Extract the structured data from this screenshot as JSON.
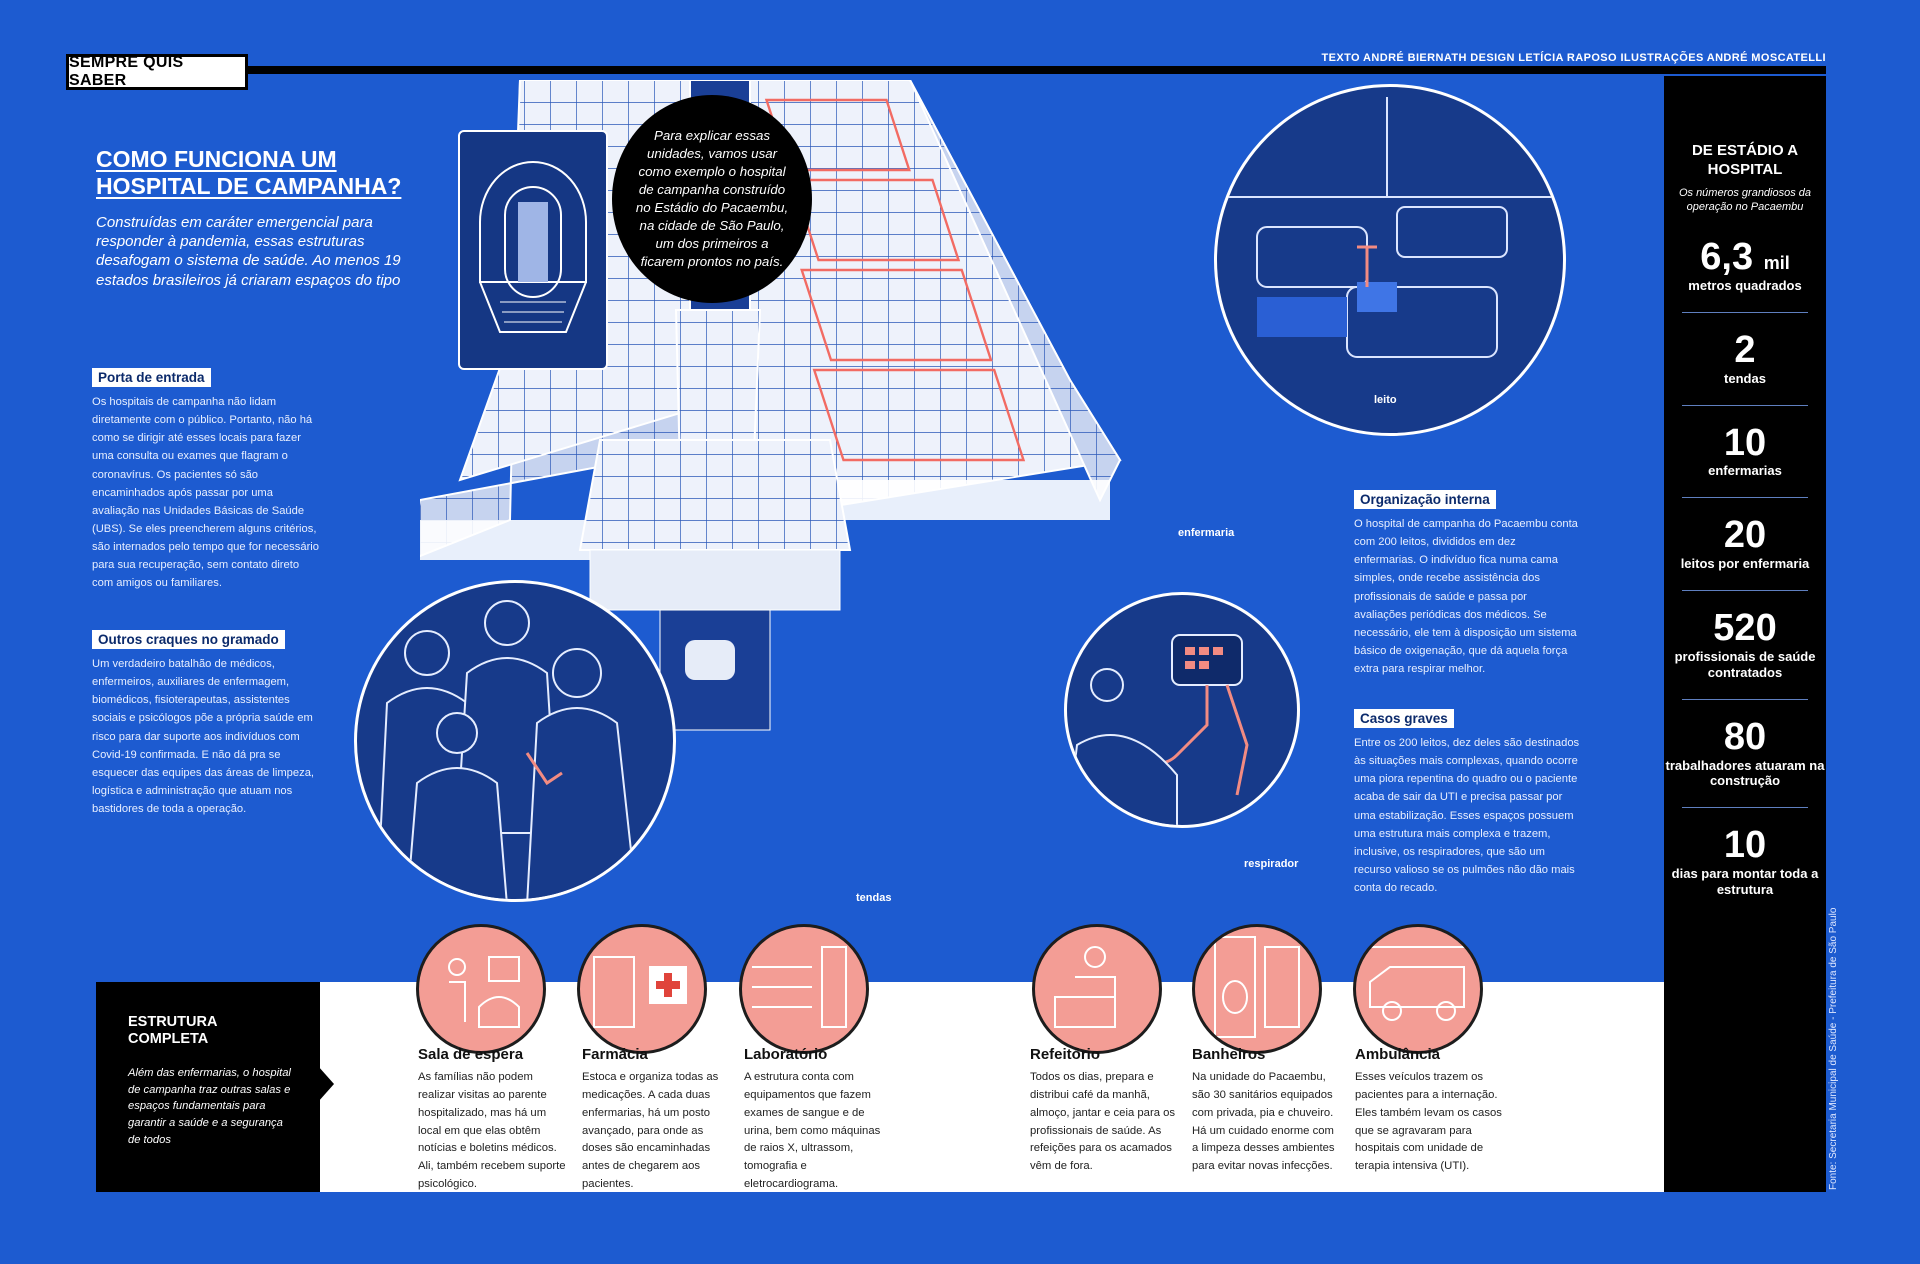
{
  "header": {
    "section_tag": "SEMPRE QUIS SABER",
    "credits": "TEXTO ANDRÉ BIERNATH DESIGN LETÍCIA RAPOSO ILUSTRAÇÕES ANDRÉ MOSCATELLI"
  },
  "intro": {
    "title": "COMO FUNCIONA UM HOSPITAL DE CAMPANHA?",
    "text": "Construídas em caráter emergencial para responder à pandemia, essas estruturas desafogam o sistema de saúde. Ao menos 19 estados brasileiros já criaram espaços do tipo"
  },
  "bubble": "Para explicar essas unidades, vamos usar como exemplo o hospital de campanha construído no Estádio do Pacaembu, na cidade de São Paulo, um dos primeiros a ficarem prontos no país.",
  "sections": {
    "entrada": {
      "title": "Porta de entrada",
      "text": "Os hospitais de campanha não lidam diretamente com o público. Portanto, não há como se dirigir até esses locais para fazer uma consulta ou exames que flagram o coronavírus. Os pacientes só são encaminhados após passar por uma avaliação nas Unidades Básicas de Saúde (UBS). Se eles preencherem alguns critérios, são internados pelo tempo que for necessário para sua recuperação, sem contato direto com amigos ou familiares."
    },
    "craques": {
      "title": "Outros craques no gramado",
      "text": "Um verdadeiro batalhão de médicos, enfermeiros, auxiliares de enfermagem, biomédicos, fisioterapeutas, assistentes sociais e psicólogos põe a própria saúde em risco para dar suporte aos indivíduos com Covid-19 confirmada. E não dá pra se esquecer das equipes das áreas de limpeza, logística e administração que atuam nos bastidores de toda a operação."
    },
    "organizacao": {
      "title": "Organização interna",
      "text": "O hospital de campanha do Pacaembu conta com 200 leitos, divididos em dez enfermarias. O indivíduo fica numa cama simples, onde recebe assistência dos profissionais de saúde e passa por avaliações periódicas dos médicos. Se necessário, ele tem à disposição um sistema básico de oxigenação, que dá aquela força extra para respirar melhor."
    },
    "graves": {
      "title": "Casos graves",
      "text": "Entre os 200 leitos, dez deles são destinados às situações mais complexas, quando ocorre uma piora repentina do quadro ou o paciente acaba de sair da UTI e precisa passar por uma estabilização. Esses espaços possuem uma estrutura mais complexa e trazem, inclusive, os respiradores, que são um recurso valioso se os pulmões não dão mais conta do recado."
    }
  },
  "labels": {
    "leito": "leito",
    "enfermaria": "enfermaria",
    "respirador": "respirador",
    "tendas": "tendas"
  },
  "stats": {
    "title": "DE ESTÁDIO A HOSPITAL",
    "subtitle": "Os números grandiosos da operação no Pacaembu",
    "items": [
      {
        "num": "6,3",
        "unit": "mil",
        "label": "metros quadrados"
      },
      {
        "num": "2",
        "unit": "",
        "label": "tendas"
      },
      {
        "num": "10",
        "unit": "",
        "label": "enfermarias"
      },
      {
        "num": "20",
        "unit": "",
        "label": "leitos por enfermaria"
      },
      {
        "num": "520",
        "unit": "",
        "label": "profissionais de saúde contratados"
      },
      {
        "num": "80",
        "unit": "",
        "label": "trabalhadores atuaram na construção"
      },
      {
        "num": "10",
        "unit": "",
        "label": "dias para montar toda a estrutura"
      }
    ],
    "source": "Fonte: Secretaria Municipal de Saúde - Prefeitura de São Paulo"
  },
  "estrutura": {
    "title": "ESTRUTURA COMPLETA",
    "text": "Além das enfermarias, o hospital de campanha traz outras salas e espaços fundamentais para garantir a saúde e a segurança de todos",
    "facilities": [
      {
        "name": "Sala de espera",
        "text": "As famílias não podem realizar visitas ao parente hospitalizado, mas há um local em que elas obtêm notícias e boletins médicos. Ali, também recebem suporte psicológico."
      },
      {
        "name": "Farmácia",
        "text": "Estoca e organiza todas as medicações. A cada duas enfermarias, há um posto avançado, para onde as doses são encaminhadas antes de chegarem aos pacientes."
      },
      {
        "name": "Laboratório",
        "text": "A estrutura conta com equipamentos que fazem exames de sangue e de urina, bem como máquinas de raios X, ultrassom, tomografia e eletrocardiograma."
      },
      {
        "name": "Refeitório",
        "text": "Todos os dias, prepara e distribui café da manhã, almoço, jantar e ceia para os profissionais de saúde. As refeições para os acamados vêm de fora."
      },
      {
        "name": "Banheiros",
        "text": "Na unidade do Pacaembu, são 30 sanitários equipados com privada, pia e chuveiro. Há um cuidado enorme com a limpeza desses ambientes para evitar novas infecções."
      },
      {
        "name": "Ambulância",
        "text": "Esses veículos trazem os pacientes para a internação. Eles também levam os casos que se agravaram para hospitais com unidade de terapia intensiva (UTI)."
      }
    ]
  }
}
